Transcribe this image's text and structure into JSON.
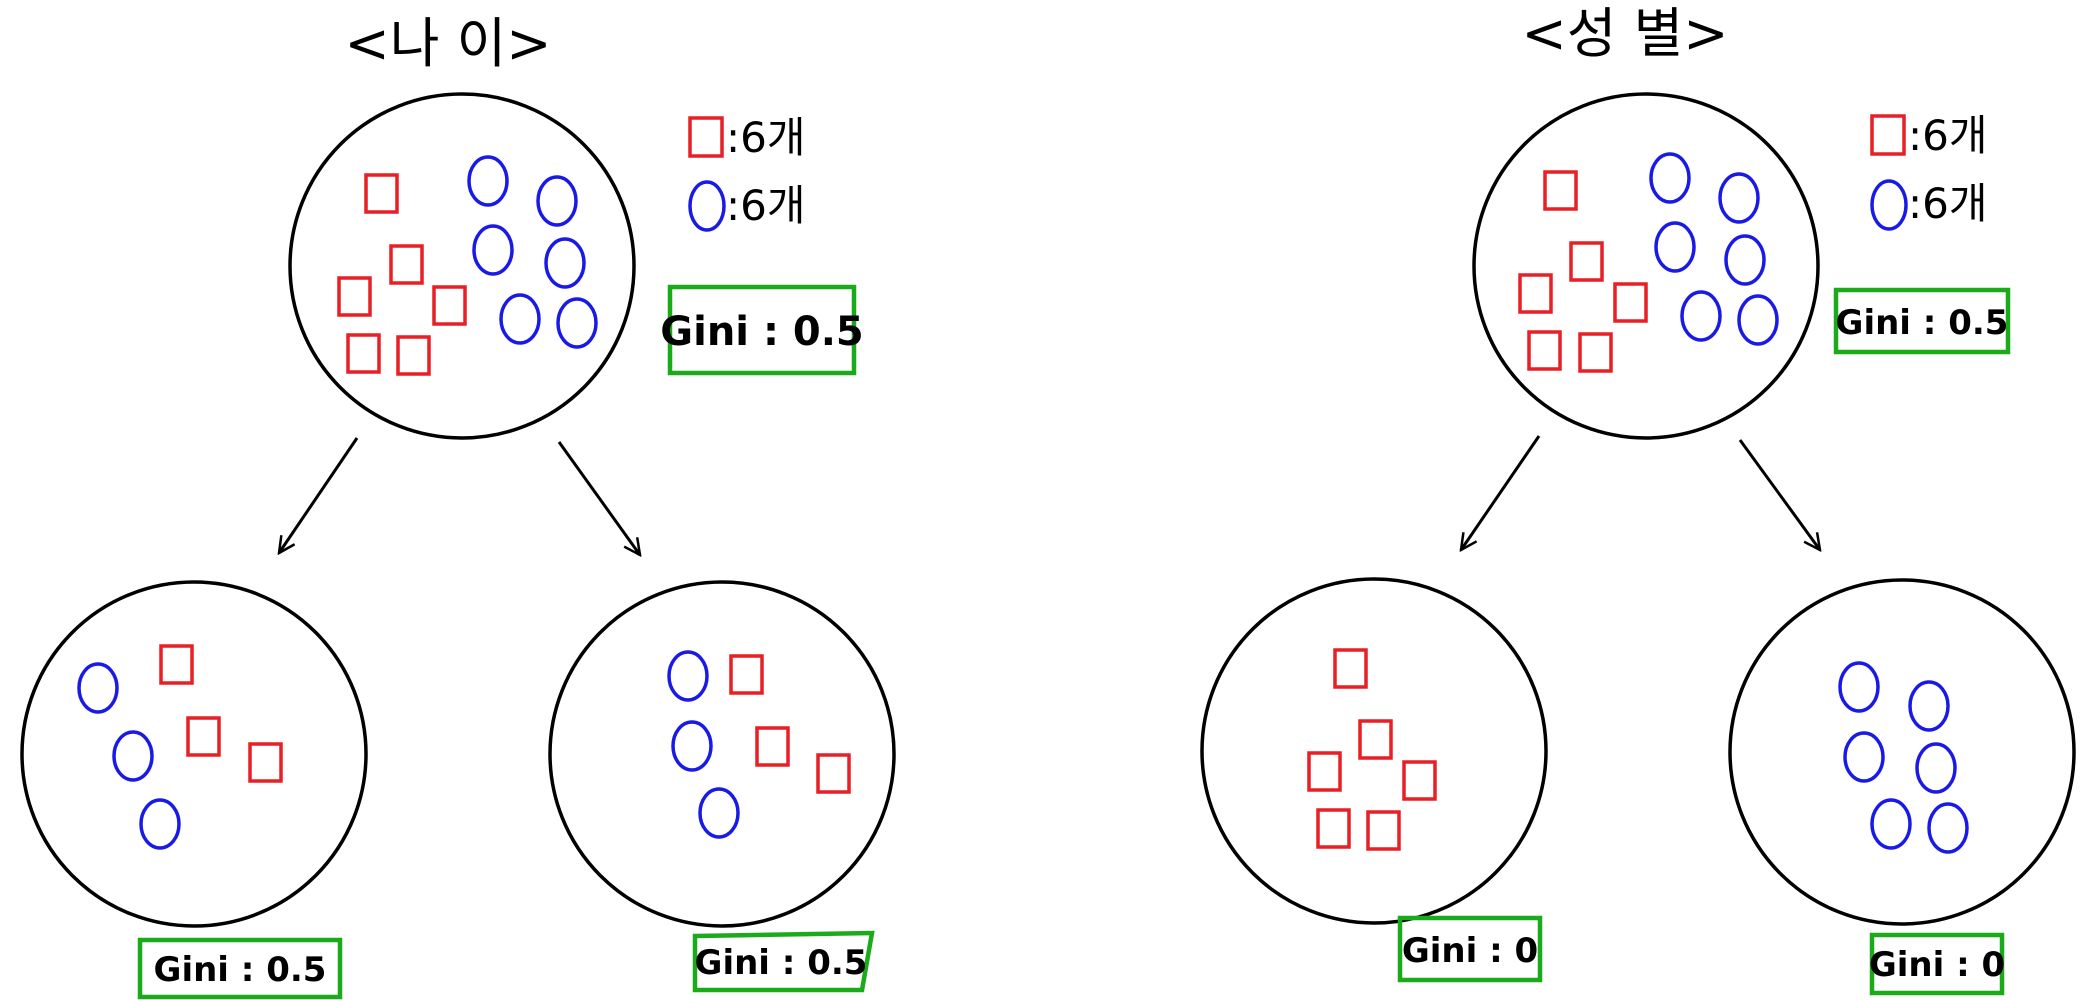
{
  "colors": {
    "square": "#e81f25",
    "circle": "#1a1ae6",
    "gini_box": "#1aaa1a",
    "stroke": "#000000"
  },
  "shapes": {
    "square": "square-icon",
    "circle": "circle-icon"
  },
  "panels": [
    {
      "id": "age",
      "title": "<나 이>",
      "legend": {
        "square_count": ":6개",
        "circle_count": ":6개"
      },
      "root": {
        "gini": "Gini : 0.5",
        "squares": 6,
        "circles": 6
      },
      "children": [
        {
          "gini": "Gini : 0.5",
          "squares": 3,
          "circles": 3
        },
        {
          "gini": "Gini : 0.5",
          "squares": 3,
          "circles": 3
        }
      ]
    },
    {
      "id": "gender",
      "title": "<성 별>",
      "legend": {
        "square_count": ":6개",
        "circle_count": ":6개"
      },
      "root": {
        "gini": "Gini : 0.5",
        "squares": 6,
        "circles": 6
      },
      "children": [
        {
          "gini": "Gini : 0",
          "squares": 6,
          "circles": 0
        },
        {
          "gini": "Gini : 0",
          "squares": 0,
          "circles": 6
        }
      ]
    }
  ]
}
